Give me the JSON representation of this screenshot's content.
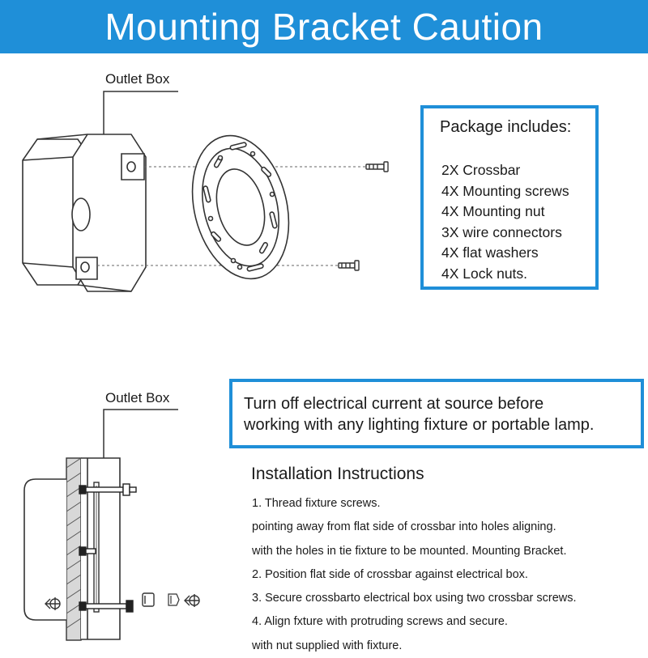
{
  "header": {
    "title": "Mounting Bracket Caution"
  },
  "top_diagram": {
    "outlet_label": "Outlet Box"
  },
  "package": {
    "title": "Package includes:",
    "items": [
      "2X Crossbar",
      "4X Mounting screws",
      "4X Mounting nut",
      "3X wire connectors",
      "4X flat washers",
      "4X Lock nuts."
    ]
  },
  "bottom_diagram": {
    "outlet_label": "Outlet Box"
  },
  "warning": {
    "lines": [
      "Turn off electrical current at source before",
      "working with any lighting fixture or portable lamp."
    ]
  },
  "instructions": {
    "title": "Installation Instructions",
    "lines": [
      "1. Thread fixture screws.",
      "pointing away from flat side of crossbar into holes aligning.",
      "with the holes in tie fixture to be mounted. Mounting Bracket.",
      "2. Position flat side of crossbar against electrical box.",
      "3. Secure crossbarto electrical box using two crossbar screws.",
      "4. Align fxture with protruding screws and secure.",
      "with nut supplied with fixture."
    ]
  },
  "colors": {
    "accent": "#1f8fd8",
    "text": "#1a1a1a",
    "line": "#333333"
  }
}
